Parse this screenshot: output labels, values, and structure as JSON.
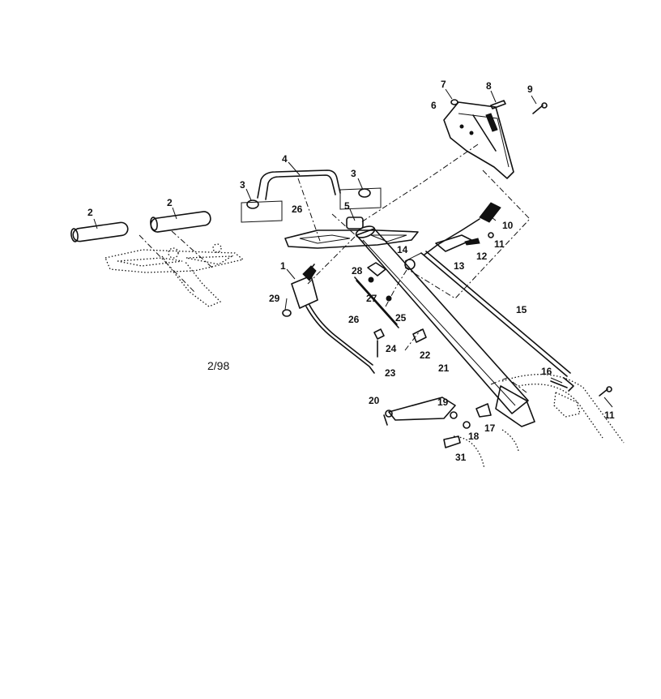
{
  "diagram": {
    "date_code": "2/98",
    "callouts": [
      {
        "label": "1"
      },
      {
        "label": "2"
      },
      {
        "label": "2"
      },
      {
        "label": "3"
      },
      {
        "label": "3"
      },
      {
        "label": "4"
      },
      {
        "label": "5"
      },
      {
        "label": "6"
      },
      {
        "label": "7"
      },
      {
        "label": "8"
      },
      {
        "label": "9"
      },
      {
        "label": "10"
      },
      {
        "label": "11"
      },
      {
        "label": "11"
      },
      {
        "label": "12"
      },
      {
        "label": "13"
      },
      {
        "label": "14"
      },
      {
        "label": "15"
      },
      {
        "label": "16"
      },
      {
        "label": "17"
      },
      {
        "label": "18"
      },
      {
        "label": "19"
      },
      {
        "label": "20"
      },
      {
        "label": "21"
      },
      {
        "label": "22"
      },
      {
        "label": "23"
      },
      {
        "label": "24"
      },
      {
        "label": "25"
      },
      {
        "label": "26"
      },
      {
        "label": "26"
      },
      {
        "label": "27"
      },
      {
        "label": "28"
      },
      {
        "label": "29"
      },
      {
        "label": "31"
      }
    ]
  }
}
